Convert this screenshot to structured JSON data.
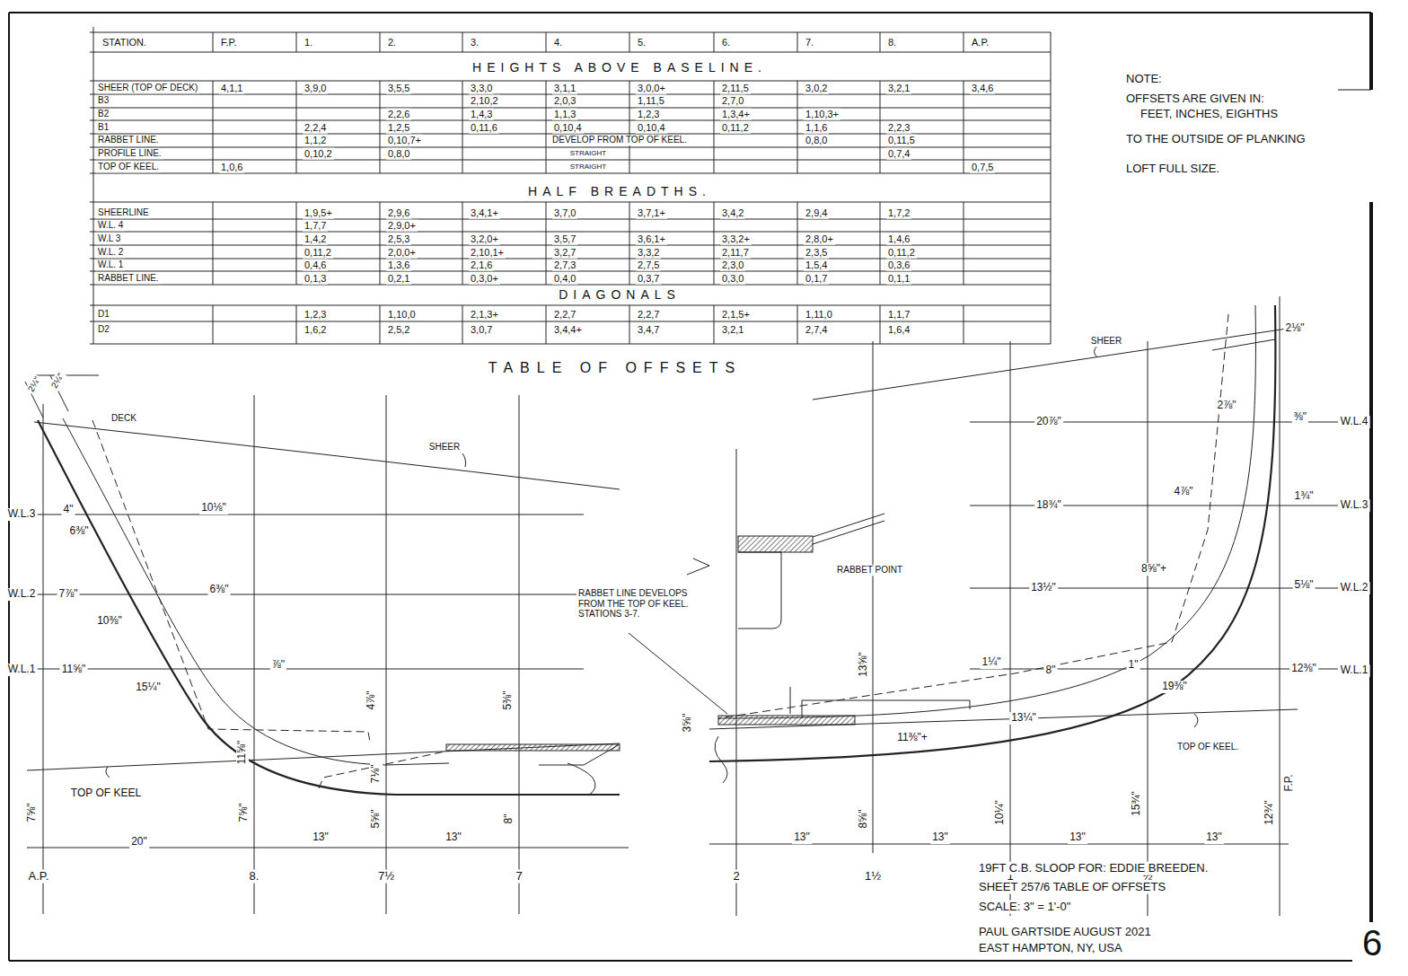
{
  "diagram": {
    "title": "TABLE OF OFFSETS",
    "labels": [
      "STATION.",
      "F.P.",
      "1.",
      "2.",
      "3.",
      "4.",
      "5.",
      "6.",
      "7.",
      "8.",
      "A.P.",
      "HEIGHTS ABOVE BASELINE.",
      "SHEER (TOP OF DECK)",
      "B3",
      "B2",
      "B1",
      "RABBET LINE.",
      "PROFILE LINE.",
      "TOP OF KEEL.",
      "4,1,1",
      "3,9,0",
      "3,5,5",
      "3,3,0",
      "3,1,1",
      "3,0,0+",
      "2,11,5",
      "3,0,2",
      "3,2,1",
      "3,4,6",
      "2,10,2",
      "2,0,3",
      "1,11,5",
      "2,7,0",
      "2,2,6",
      "1,4,3",
      "1,1,3",
      "1,2,3",
      "1,3,4+",
      "1,10,3+",
      "2,2,4",
      "1,2,5",
      "0,11,6",
      "0,10,4",
      "0,10,4",
      "0,11,2",
      "1,1,6",
      "2,2,3",
      "1,1,2",
      "0,10,7+",
      "DEVELOP FROM TOP OF KEEL.",
      "0,8,0",
      "0,11,5",
      "0,10,2",
      "0,8,0",
      "STRAIGHT",
      "0,7,4",
      "1,0,6",
      "STRAIGHT",
      "0,7,5",
      "HALF BREADTHS.",
      "SHEERLINE",
      "W.L. 4",
      "W.L 3",
      "W.L. 2",
      "W.L. 1",
      "RABBET LINE.",
      "1,9,5+",
      "2,9,6",
      "3,4,1+",
      "3,7,0",
      "3,7,1+",
      "3,4,2",
      "2,9,4",
      "1,7,2",
      "1,7,7",
      "2,9,0+",
      "1,4,2",
      "2,5,3",
      "3,2,0+",
      "3,5,7",
      "3,6,1+",
      "3,3,2+",
      "2,8,0+",
      "1,4,6",
      "0,11,2",
      "2,0,0+",
      "2,10,1+",
      "3,2,7",
      "3,3,2",
      "2,11,7",
      "2,3,5",
      "0,11,2",
      "0,4,6",
      "1,3,6",
      "2,1,6",
      "2,7,3",
      "2,7,5",
      "2,3,0",
      "1,5,4",
      "0,3,6",
      "0,1,3",
      "0,2,1",
      "0,3,0+",
      "0,4,0",
      "0,3,7",
      "0,3,0",
      "0,1,7",
      "0,1,1",
      "DIAGONALS",
      "D1",
      "D2",
      "1,2,3",
      "1,10,0",
      "2,1,3+",
      "2,2,7",
      "2,2,7",
      "2,1,5+",
      "1,11,0",
      "1,1,7",
      "1,6,2",
      "2,5,2",
      "3,0,7",
      "3,4,4+",
      "3,4,7",
      "3,2,1",
      "2,7,4",
      "1,6,4",
      "NOTE:",
      "OFFSETS ARE GIVEN IN:",
      "FEET, INCHES, EIGHTHS",
      "TO THE OUTSIDE OF PLANKING",
      "LOFT FULL SIZE.",
      "2¼\"",
      "2¼\"",
      "DECK",
      "SHEER",
      "W.L.3",
      "4\"",
      "6⅜\"",
      "10⅛\"",
      "W.L.2",
      "7⅞\"",
      "10⅜\"",
      "6⅜\"",
      "W.L.1",
      "11⅝\"",
      "15¼\"",
      "⅞\"",
      "4⅞\"",
      "5⅜\"",
      "11⅝\"",
      "TOP OF KEEL",
      "7⅝\"",
      "7⅝\"",
      "7⅛\"",
      "5⅝\"",
      "8\"",
      "20\"",
      "13\"",
      "13\"",
      "A.P.",
      "8.",
      "7½",
      "7",
      "RABBET LINE DEVELOPS FROM THE TOP OF KEEL. STATIONS 3-7.",
      "SHEER",
      "2⅛\"",
      "20⅞\"",
      "⅜\"",
      "W.L.4",
      "2⅞\"",
      "18¾\"",
      "4⅞\"",
      "1¾\"",
      "W.L.3",
      "RABBET POINT",
      "13½\"",
      "8⅝\"+",
      "5⅛\"",
      "W.L.2",
      "1¼\"",
      "8\"",
      "1\"",
      "19⅜\"",
      "12⅜\"",
      "W.L.1",
      "13⅝\"",
      "TOP OF KEEL.",
      "13¼\"",
      "11⅜\"+",
      "3⅝\"",
      "8⅝\"",
      "10¼\"",
      "15¾\"",
      "12¾\"",
      "F.P.",
      "13\"",
      "13\"",
      "13\"",
      "13\"",
      "2",
      "1½",
      "1",
      "½",
      "19FT C.B. SLOOP FOR: EDDIE BREEDEN.",
      "SHEET 257/6 TABLE OF OFFSETS",
      "SCALE: 3\" = 1'-0\"",
      "PAUL GARTSIDE AUGUST 2021",
      "EAST HAMPTON, NY, USA",
      "6"
    ]
  }
}
